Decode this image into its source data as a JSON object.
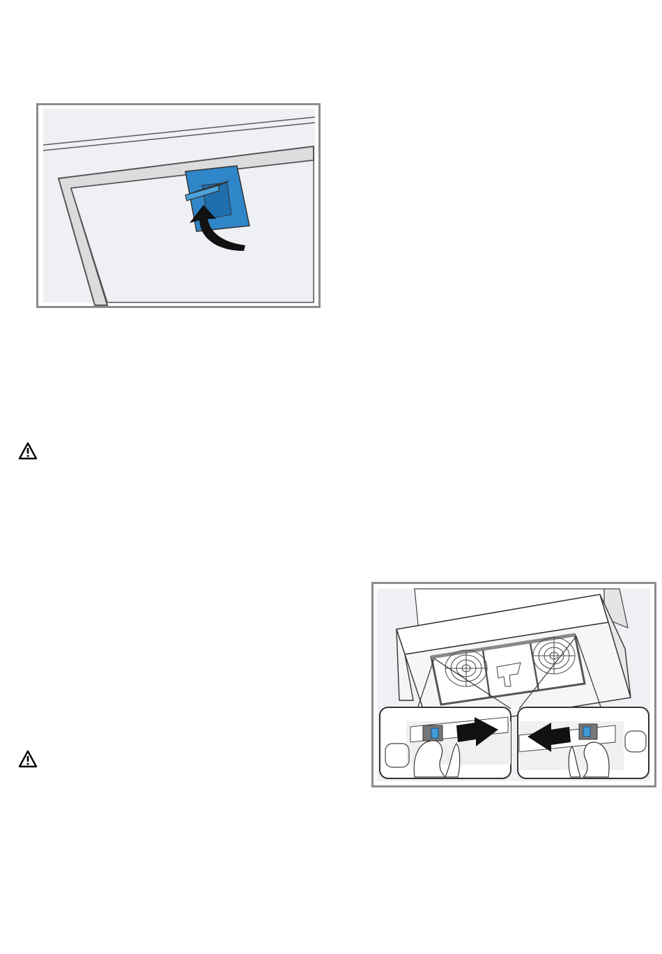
{
  "figures": [
    {
      "id": "figure-latch",
      "icon": "filter-latch-illustration"
    },
    {
      "id": "figure-filter-removal",
      "icon": "grease-filter-removal-illustration"
    }
  ],
  "warnings": [
    {
      "icon": "warning-triangle-icon"
    },
    {
      "icon": "warning-triangle-icon"
    }
  ],
  "colors": {
    "accent_blue": "#3f9ad6",
    "frame_grey": "#8a8a8a",
    "panel_grey": "#eef0f4"
  }
}
